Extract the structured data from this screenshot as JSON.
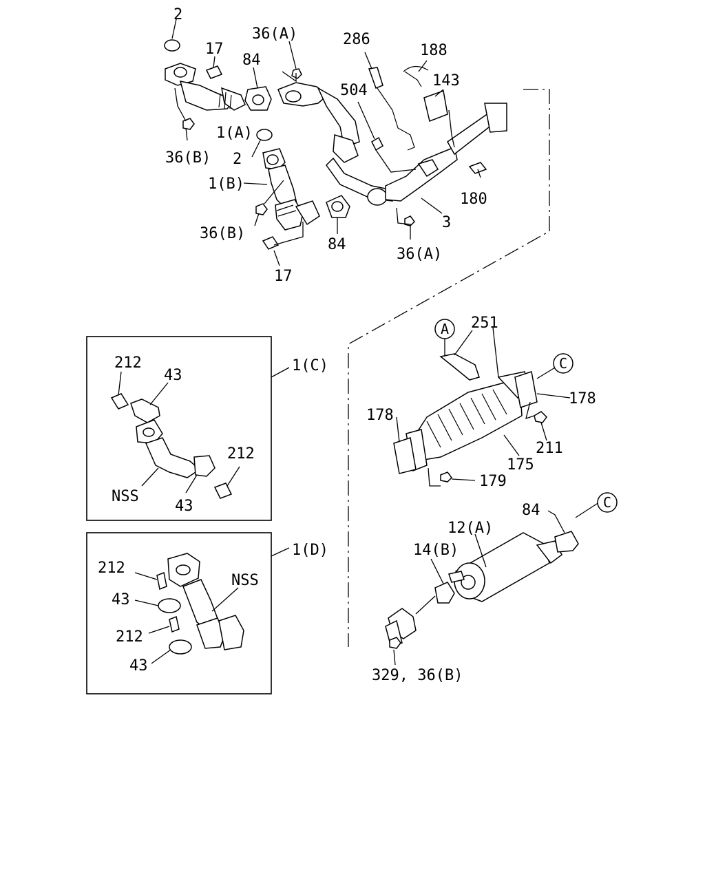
{
  "labels": {
    "l_2a": "2",
    "l_17a": "17",
    "l_36A_a": "36(A)",
    "l_84a": "84",
    "l_286": "286",
    "l_188": "188",
    "l_504": "504",
    "l_143": "143",
    "l_1A": "1(A)",
    "l_36B_a": "36(B)",
    "l_2b": "2",
    "l_1B": "1(B)",
    "l_180": "180",
    "l_36B_b": "36(B)",
    "l_84b": "84",
    "l_3": "3",
    "l_36A_b": "36(A)",
    "l_17b": "17",
    "l_1C": "1(C)",
    "l_212a": "212",
    "l_43a": "43",
    "l_212b": "212",
    "l_NSSa": "NSS",
    "l_43b": "43",
    "l_251": "251",
    "l_178a": "178",
    "l_178b": "178",
    "l_211": "211",
    "l_175": "175",
    "l_179": "179",
    "l_1D": "1(D)",
    "l_212c": "212",
    "l_NSSb": "NSS",
    "l_43c": "43",
    "l_212d": "212",
    "l_43d": "43",
    "l_84c": "84",
    "l_12A": "12(A)",
    "l_14B": "14(B)",
    "l_329": "329, 36(B)",
    "c_A": "A",
    "c_C1": "C",
    "c_C2": "C"
  }
}
